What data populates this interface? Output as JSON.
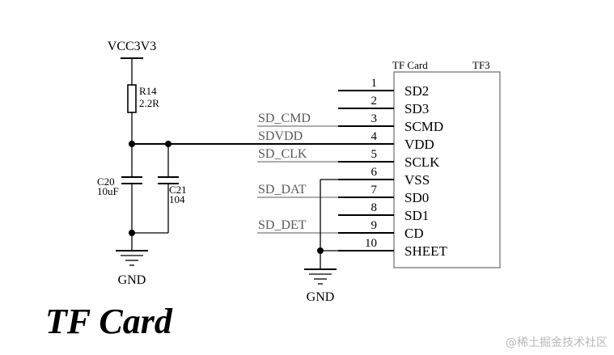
{
  "power": {
    "vcc": "VCC3V3"
  },
  "resistor": {
    "ref": "R14",
    "value": "2.2R"
  },
  "capacitors": [
    {
      "ref": "C20",
      "value": "10uF"
    },
    {
      "ref": "C21",
      "value": "104"
    }
  ],
  "grounds": {
    "left": "GND",
    "right": "GND"
  },
  "connector": {
    "name": "TF Card",
    "ref": "TF3",
    "pins": [
      {
        "num": "1",
        "name": "SD2"
      },
      {
        "num": "2",
        "name": "SD3"
      },
      {
        "num": "3",
        "name": "SCMD"
      },
      {
        "num": "4",
        "name": "VDD"
      },
      {
        "num": "5",
        "name": "SCLK"
      },
      {
        "num": "6",
        "name": "VSS"
      },
      {
        "num": "7",
        "name": "SD0"
      },
      {
        "num": "8",
        "name": "SD1"
      },
      {
        "num": "9",
        "name": "CD"
      },
      {
        "num": "10",
        "name": "SHEET"
      }
    ]
  },
  "nets": {
    "cmd": "SD_CMD",
    "vdd": "SDVDD",
    "clk": "SD_CLK",
    "dat": "SD_DAT",
    "det": "SD_DET"
  },
  "title": "TF Card",
  "watermark": "@稀土掘金技术社区"
}
